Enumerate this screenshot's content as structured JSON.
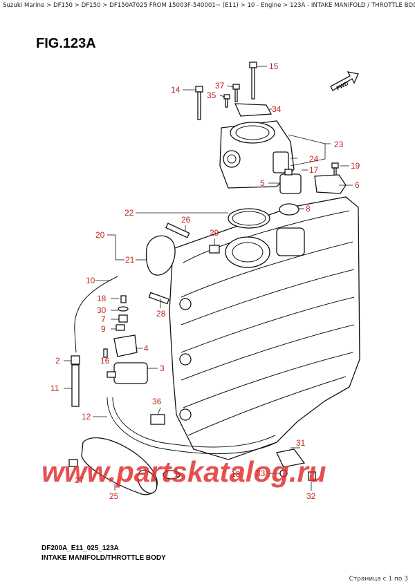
{
  "breadcrumb": "Suzuki Marine > DF150 > DF150 > DF150AT025 FROM 15003F-540001~ (E11) > 10 - Engine > 123A - INTAKE MANIFOLD / THROTTLE BODY",
  "figure_title": "FIG.123A",
  "drawing_code": "DF200A_E11_025_123A",
  "caption": "INTAKE MANIFOLD/THROTTLE BODY",
  "direction_label": "FWD",
  "watermark": "www.partskatalog.ru",
  "page_indicator": "Страница с 1 по 3",
  "callout_color": "#c0261f",
  "watermark_color": "#e02a2a",
  "callouts": {
    "c15": "15",
    "c37": "37",
    "c35": "35",
    "c14": "14",
    "c34": "34",
    "c23": "23",
    "c24": "24",
    "c17": "17",
    "c19": "19",
    "c5": "5",
    "c6": "6",
    "c8": "8",
    "c22": "22",
    "c26": "26",
    "c29": "29",
    "c20": "20",
    "c21": "21",
    "c10": "10",
    "c18": "18",
    "c30": "30",
    "c7": "7",
    "c9": "9",
    "c4": "4",
    "c2": "2",
    "c16": "16",
    "c3": "3",
    "c11": "11",
    "c36": "36",
    "c12": "12",
    "c31": "31",
    "c27": "27",
    "c1": "1",
    "c13": "13",
    "c33": "33",
    "c32": "32",
    "c25": "25",
    "c28": "28"
  }
}
